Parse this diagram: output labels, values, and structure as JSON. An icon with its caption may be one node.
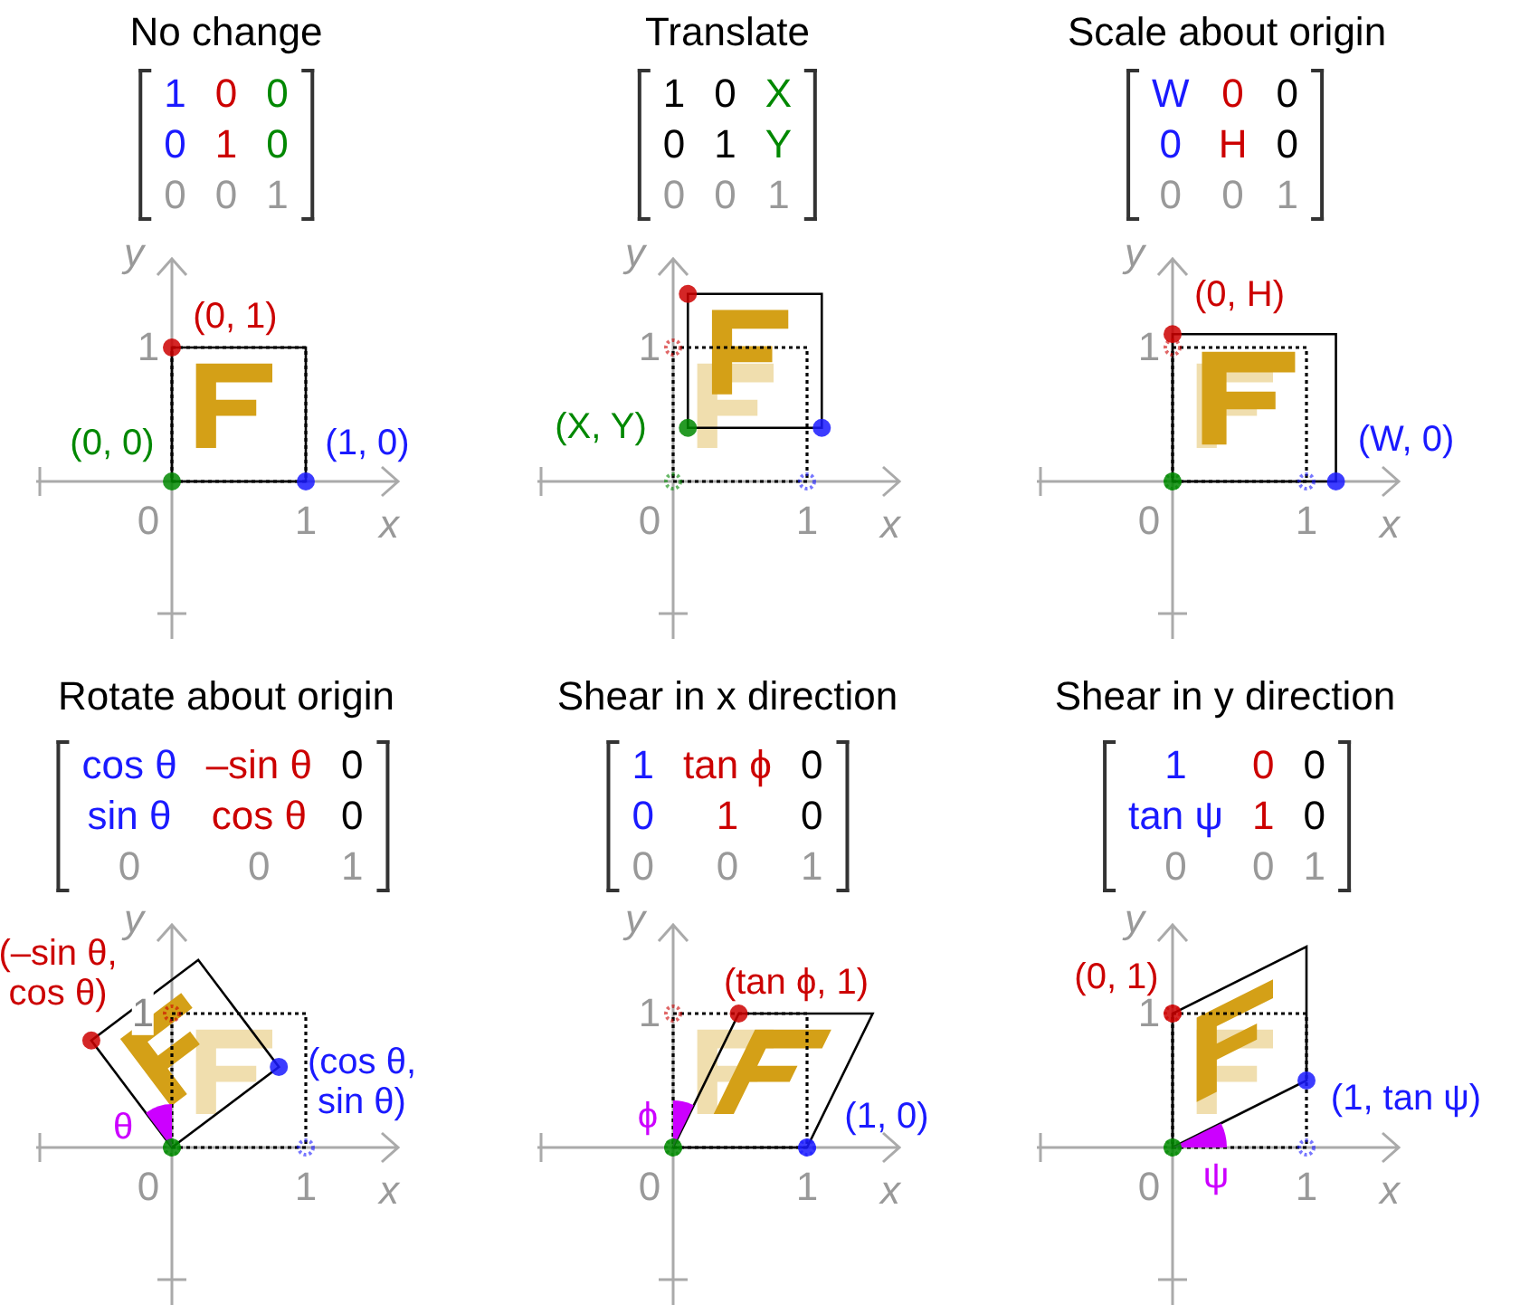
{
  "diagram": {
    "nodes": [
      {
        "text": [
          "1",
          "0",
          "0",
          "0",
          "1",
          "0",
          "0",
          "0",
          "1"
        ]
      },
      {
        "text": [
          "1",
          "0",
          "X",
          "0",
          "1",
          "Y",
          "0",
          "0",
          "1"
        ]
      },
      {
        "text": [
          "W",
          "0",
          "0",
          "0",
          "H",
          "0",
          "0",
          "0",
          "1"
        ]
      },
      {
        "text": [
          "cos θ",
          "–sin θ",
          "0",
          "sin θ",
          "cos θ",
          "0",
          "0",
          "0",
          "1"
        ]
      },
      {
        "text": [
          "1",
          "tan ϕ",
          "0",
          "0",
          "1",
          "0",
          "0",
          "0",
          "1"
        ]
      },
      {
        "text": [
          "1",
          "0",
          "0",
          "tan ψ",
          "1",
          "0",
          "0",
          "0",
          "1"
        ]
      }
    ],
    "labels": [
      "No change",
      "(0, 1)",
      "(0, 0)",
      "(1, 0)",
      "y",
      "1",
      "0",
      "1",
      "x",
      "Translate",
      "(X, Y)",
      "y",
      "1",
      "0",
      "1",
      "x",
      "Scale about origin",
      "(0, H)",
      "(W, 0)",
      "y",
      "1",
      "0",
      "1",
      "x",
      "Rotate about origin",
      "(–sin θ, cos θ)",
      "(cos θ, sin θ)",
      "θ",
      "y",
      "1",
      "0",
      "1",
      "x",
      "Shear in x direction",
      "(tan ϕ, 1)",
      "ϕ",
      "(1, 0)",
      "y",
      "1",
      "0",
      "1",
      "x",
      "Shear in y direction",
      "(0, 1)",
      "(1, tan ψ)",
      "ψ",
      "y",
      "1",
      "0",
      "1",
      "x"
    ]
  }
}
